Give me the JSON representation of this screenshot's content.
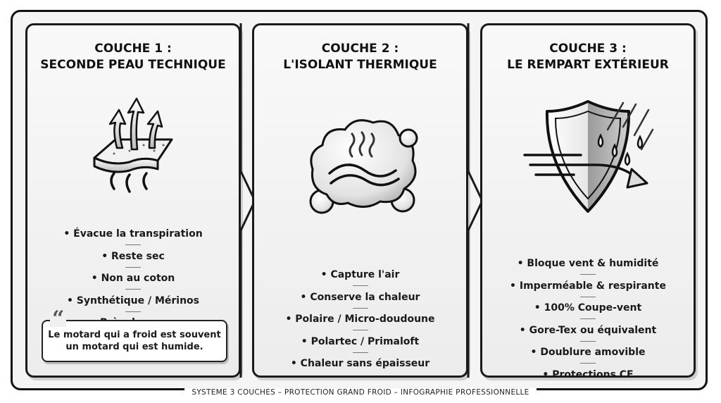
{
  "panels": [
    {
      "title_line1": "COUCHE 1 :",
      "title_line2": "SECONDE PEAU TECHNIQUE",
      "icon": "fabric-wicking-arrows-icon",
      "items": [
        "Évacue la transpiration",
        "Reste sec",
        "Non au coton",
        "Synthétique / Mérinos",
        "Près du corps"
      ],
      "quote": {
        "mark": "“",
        "line1": "Le motard qui a froid est souvent",
        "line2": "un motard qui est humide."
      }
    },
    {
      "title_line1": "COUCHE 2 :",
      "title_line2": "L'ISOLANT THERMIQUE",
      "icon": "insulation-cloud-heat-icon",
      "items": [
        "Capture l'air",
        "Conserve la chaleur",
        "Polaire / Micro-doudoune",
        "Polartec / Primaloft",
        "Chaleur sans épaisseur"
      ]
    },
    {
      "title_line1": "COUCHE 3 :",
      "title_line2": "LE REMPART EXTÉRIEUR",
      "icon": "shield-wind-rain-icon",
      "items": [
        "Bloque vent & humidité",
        "Imperméable & respirante",
        "100% Coupe-vent",
        "Gore-Tex ou équivalent",
        "Doublure amovible",
        "Protections CE"
      ]
    }
  ],
  "footer": "SYSTEME 3 COUCHES – PROTECTION GRAND FROID – INFOGRAPHIE PROFESSIONNELLE"
}
